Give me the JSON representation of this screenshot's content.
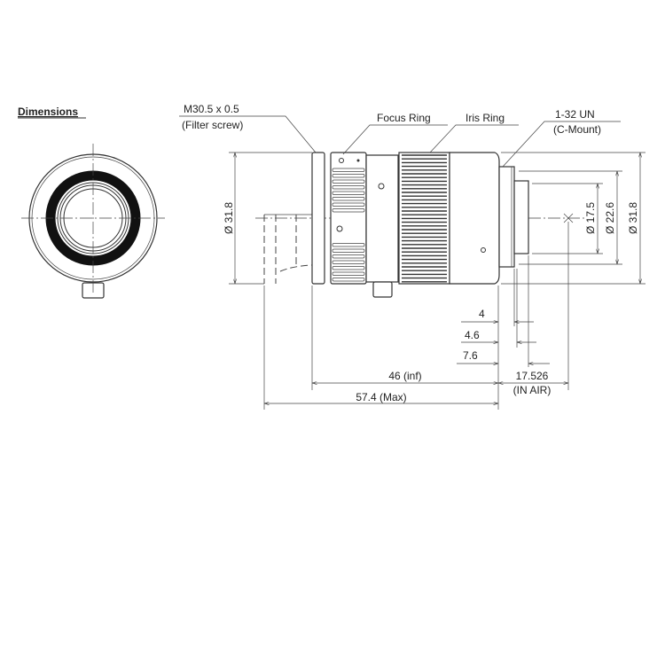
{
  "title": "Dimensions",
  "callouts": {
    "filter_thread": "M30.5 x 0.5",
    "filter_note": "(Filter screw)",
    "focus_ring": "Focus Ring",
    "iris_ring": "Iris Ring",
    "mount_thread": "1-32 UN",
    "mount_note": "(C-Mount)"
  },
  "dimensions": {
    "front_diameter": "Ø 31.8",
    "rear_d1": "Ø 17.5",
    "rear_d2": "Ø 22.6",
    "rear_d3": "Ø 31.8",
    "d_4": "4",
    "d_4_6": "4.6",
    "d_7_6": "7.6",
    "length_inf": "46 (inf)",
    "length_max": "57.4 (Max)",
    "flange_back": "17.526",
    "flange_note": "(IN AIR)"
  }
}
